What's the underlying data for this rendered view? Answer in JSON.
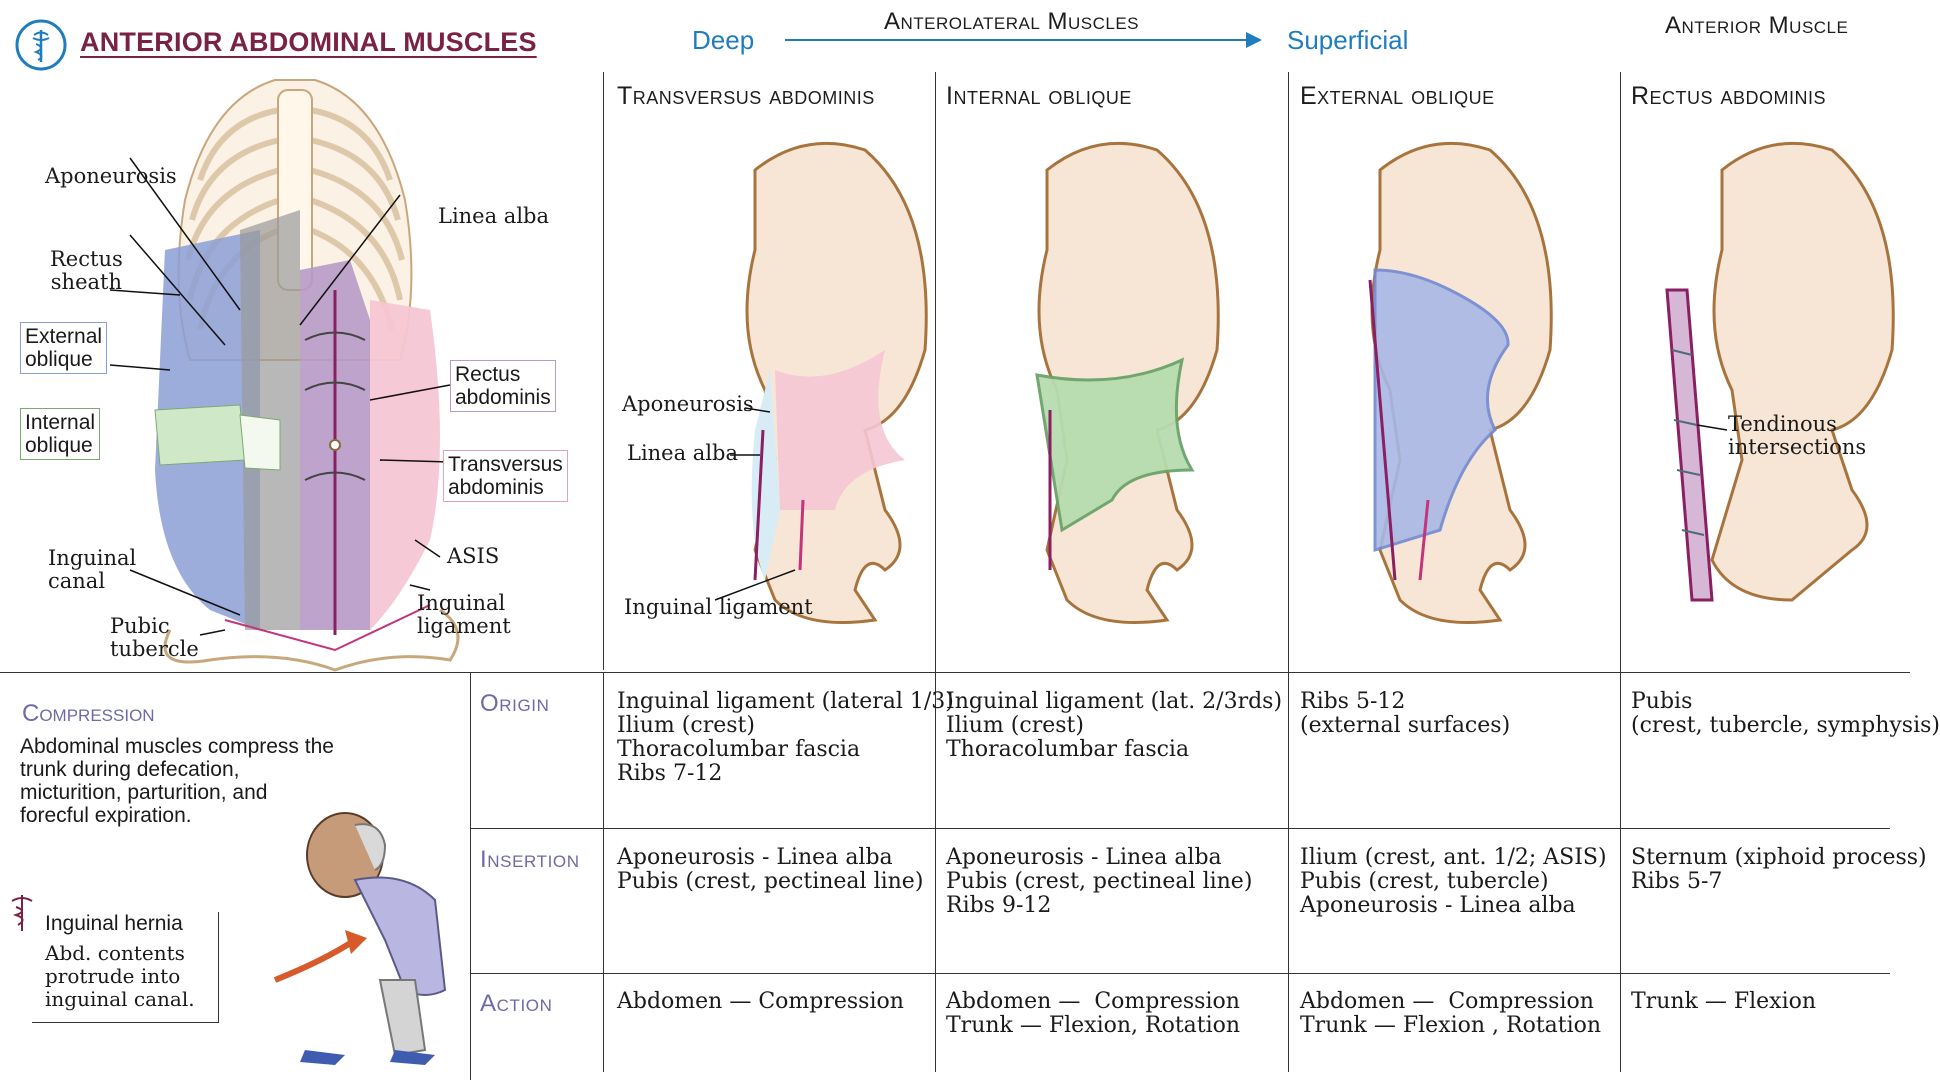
{
  "title": "ANTERIOR ABDOMINAL MUSCLES",
  "header": {
    "deep": "Deep",
    "group": "Anterolateral Muscles",
    "superficial": "Superficial",
    "anterior": "Anterior Muscle"
  },
  "columns": [
    "Transversus abdominis",
    "Internal oblique",
    "External oblique",
    "Rectus abdominis"
  ],
  "trunk_labels": {
    "aponeurosis": "Aponeurosis",
    "linea_alba": "Linea alba",
    "rectus_sheath": "Rectus\nsheath",
    "external_oblique": "External\noblique",
    "internal_oblique": "Internal\noblique",
    "rectus_abdominis": "Rectus\nabdominis",
    "transversus_abdominis": "Transversus\nabdominis",
    "asis": "ASIS",
    "inguinal_canal": "Inguinal\ncanal",
    "inguinal_ligament": "Inguinal\nligament",
    "pubic_tubercle": "Pubic\ntubercle"
  },
  "side_labels": {
    "aponeurosis": "Aponeurosis",
    "linea_alba": "Linea alba",
    "inguinal_ligament": "Inguinal ligament",
    "tendinous": "Tendinous\nintersections"
  },
  "rows": [
    {
      "label": "Origin",
      "cells": [
        "Inguinal ligament (lateral 1/3)\nIlium (crest)\nThoracolumbar fascia\nRibs 7-12",
        "Inguinal ligament (lat. 2/3rds)\nIlium (crest)\nThoracolumbar fascia",
        "Ribs 5-12\n(external surfaces)",
        "Pubis\n(crest, tubercle, symphysis)"
      ]
    },
    {
      "label": "Insertion",
      "cells": [
        "Aponeurosis - Linea alba\nPubis (crest, pectineal line)",
        "Aponeurosis - Linea alba\nPubis (crest, pectineal line)\nRibs 9-12",
        "Ilium (crest, ant. 1/2; ASIS)\nPubis (crest, tubercle)\nAponeurosis - Linea alba",
        "Sternum (xiphoid process)\nRibs 5-7"
      ]
    },
    {
      "label": "Action",
      "cells": [
        "Abdomen — Compression",
        "Abdomen —  Compression\nTrunk — Flexion, Rotation",
        "Abdomen —  Compression\nTrunk — Flexion , Rotation",
        "Trunk — Flexion"
      ]
    }
  ],
  "compression": {
    "title": "Compression",
    "text": "Abdominal muscles compress the trunk during defecation, micturition, parturition, and forecful expiration."
  },
  "hernia": {
    "title": "Inguinal hernia",
    "text": "Abd. contents\nprotrude into\ninguinal canal."
  },
  "colors": {
    "title": "#7a2243",
    "accent_blue": "#1f7dbd",
    "row_head": "#6e6aa8",
    "transversus": "#f5c6d4",
    "internal": "#b7dcb0",
    "external": "#a9b8e6",
    "rectus": "#a98fb8",
    "skin": "#f7e6d6",
    "bone_outline": "#a8743e"
  }
}
